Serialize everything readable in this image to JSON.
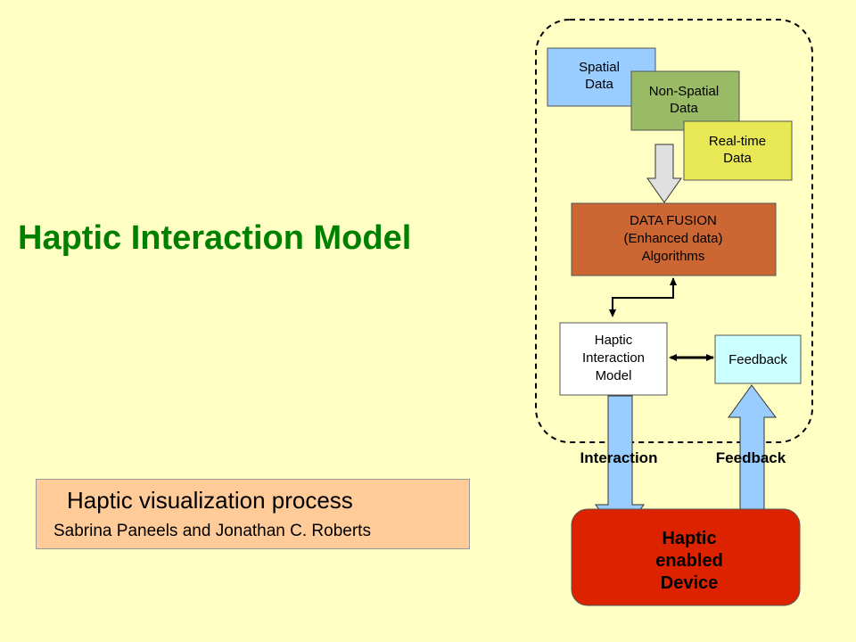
{
  "slide": {
    "title": "Haptic Interaction Model"
  },
  "caption": {
    "title": "Haptic visualization process",
    "authors": "Sabrina Paneels and Jonathan C. Roberts"
  },
  "diagram": {
    "spatial": [
      "Spatial",
      "Data"
    ],
    "non_spatial": [
      "Non-Spatial",
      "Data"
    ],
    "realtime": [
      "Real-time",
      "Data"
    ],
    "fusion": [
      "DATA FUSION",
      "(Enhanced data)",
      "Algorithms"
    ],
    "him": [
      "Haptic",
      "Interaction",
      "Model"
    ],
    "feedback_box": "Feedback",
    "interaction_label": "Interaction",
    "feedback_label": "Feedback",
    "device": [
      "Haptic",
      "enabled",
      "Device"
    ]
  },
  "colors": {
    "background": "#FFFFC4",
    "title": "#008000",
    "caption_bg": "#FFCC99",
    "spatial": "#99CCFF",
    "non_spatial": "#99BB66",
    "realtime": "#E8E855",
    "fusion": "#CC6633",
    "feedback_box": "#CCFFFF",
    "device": "#DD2200",
    "arrows": "#99CCFF"
  }
}
